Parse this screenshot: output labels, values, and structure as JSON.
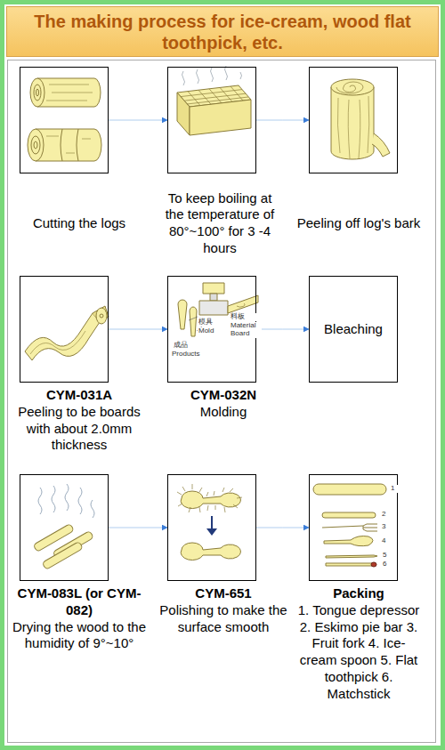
{
  "diagram": {
    "title": "The making process for ice-cream, wood flat toothpick, etc.",
    "nodes": [
      {
        "text": [
          "Cutting the logs"
        ]
      },
      {
        "text": [
          "To keep boiling at the temperature of 80°~100° for 3 -4 hours"
        ]
      },
      {
        "text": [
          "Peeling off log's bark"
        ]
      },
      {
        "text": [
          "CYM-031A",
          "Peeling to be boards with about 2.0mm thickness"
        ]
      },
      {
        "text": [
          "CYM-032N",
          "Molding"
        ]
      },
      {
        "text": [
          "Bleaching"
        ]
      },
      {
        "text": [
          "CYM-083L (or CYM-082)",
          "Drying the wood to the humidity of 9°~10°"
        ]
      },
      {
        "text": [
          "CYM-651",
          "Polishing to make the surface smooth"
        ]
      },
      {
        "text": [
          "Packing",
          "1. Tongue depressor 2. Eskimo pie bar 3. Fruit fork 4. Ice-cream spoon 5. Flat toothpick 6. Matchstick"
        ]
      }
    ],
    "edges": [
      {
        "from": 0,
        "to": 1,
        "arrow": "to"
      },
      {
        "from": 1,
        "to": 2,
        "arrow": "to"
      },
      {
        "from": 3,
        "to": 4,
        "arrow": "to"
      },
      {
        "from": 4,
        "to": 5,
        "arrow": "to"
      },
      {
        "from": 6,
        "to": 7,
        "arrow": "to"
      },
      {
        "from": 7,
        "to": 8,
        "arrow": "to"
      }
    ],
    "labels": [
      "料板",
      "Material Board",
      "模具",
      "Mold",
      "成品",
      "Products",
      "1",
      "2",
      "3",
      "4",
      "5",
      "6"
    ]
  }
}
